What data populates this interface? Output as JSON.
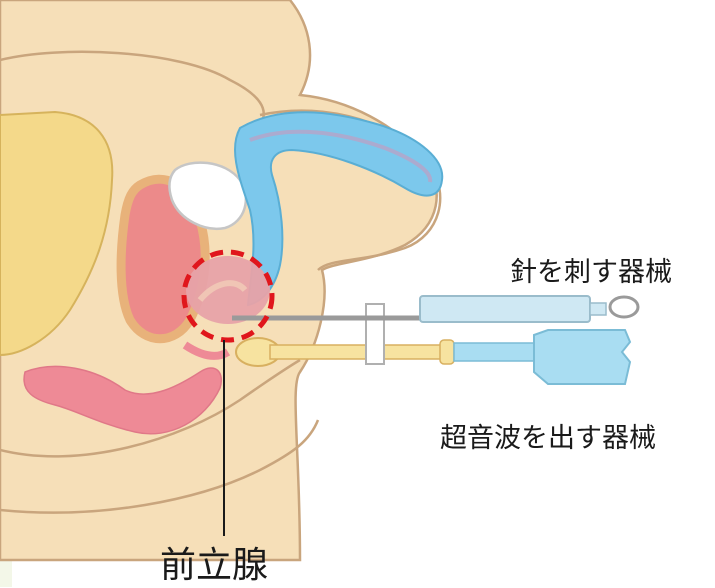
{
  "labels": {
    "needle_instrument": "針を刺す器械",
    "ultrasound_instrument": "超音波を出す器械",
    "prostate": "前立腺"
  },
  "colors": {
    "skin": "#f6dfb8",
    "skin_outline": "#c9a57d",
    "bone": "#f4d98a",
    "bladder": "#ec8a8a",
    "rectum": "#7cc8ec",
    "highlight_circle": "#e0161c",
    "instrument_blue": "#a9ddf2",
    "instrument_yellow": "#f7e3a0"
  }
}
